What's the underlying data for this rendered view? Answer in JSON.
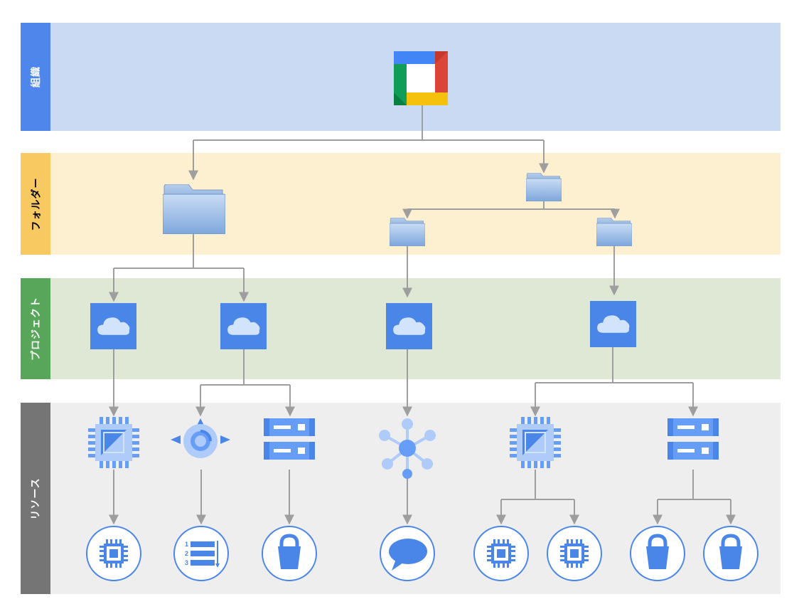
{
  "layers": [
    {
      "id": "org",
      "label": "組織",
      "band_color": "#cbdaf3",
      "label_color": "#4f86ec"
    },
    {
      "id": "folder",
      "label": "フォルダー",
      "band_color": "#fcf0d0",
      "label_color": "#f8c861"
    },
    {
      "id": "project",
      "label": "プロジェクト",
      "band_color": "#dee8d5",
      "label_color": "#57a65a"
    },
    {
      "id": "resource",
      "label": "リソース",
      "band_color": "#eeeeee",
      "label_color": "#757575"
    }
  ],
  "colors": {
    "connector": "#9e9e9e",
    "icon_blue": "#4a86e8",
    "icon_light": "#aecbfa",
    "icon_mid": "#669df6",
    "logo_blue": "#4285f4",
    "logo_red": "#db4437",
    "logo_yellow": "#f4c20d",
    "logo_green": "#0f9d58"
  },
  "nodes": {
    "organization": {
      "icon": "google-cloud-organization-icon"
    },
    "folders": [
      {
        "icon": "folder-icon",
        "size": "large"
      },
      {
        "icon": "folder-icon",
        "size": "small"
      },
      {
        "icon": "folder-icon",
        "size": "small"
      },
      {
        "icon": "folder-icon",
        "size": "small"
      }
    ],
    "projects": [
      {
        "icon": "cloud-project-icon"
      },
      {
        "icon": "cloud-project-icon"
      },
      {
        "icon": "cloud-project-icon"
      },
      {
        "icon": "cloud-project-icon"
      }
    ],
    "resources": [
      {
        "icon": "compute-engine-icon"
      },
      {
        "icon": "app-engine-icon"
      },
      {
        "icon": "cloud-storage-server-icon"
      },
      {
        "icon": "pubsub-icon"
      },
      {
        "icon": "compute-engine-icon"
      },
      {
        "icon": "cloud-storage-server-icon"
      }
    ],
    "sub_resources": [
      {
        "icon": "cpu-chip-icon"
      },
      {
        "icon": "numbered-list-icon"
      },
      {
        "icon": "storage-bucket-icon"
      },
      {
        "icon": "speech-bubble-icon"
      },
      {
        "icon": "cpu-chip-icon"
      },
      {
        "icon": "cpu-chip-icon"
      },
      {
        "icon": "storage-bucket-icon"
      },
      {
        "icon": "storage-bucket-icon"
      }
    ]
  }
}
